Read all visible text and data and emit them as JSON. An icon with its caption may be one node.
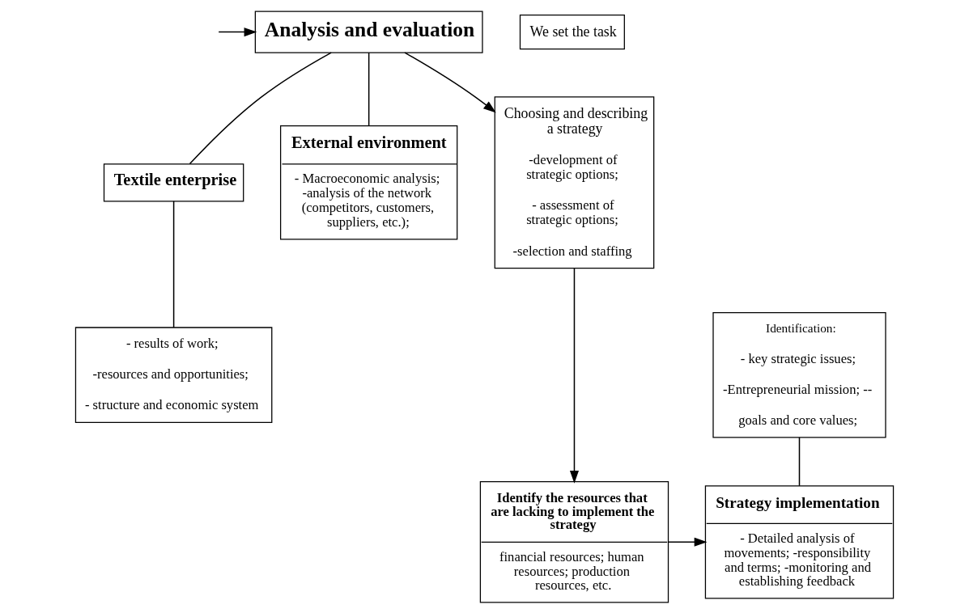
{
  "diagram": {
    "nodes": [
      {
        "text": [
          "Analysis and evaluation"
        ]
      },
      {
        "text": [
          "Textile enterprise"
        ]
      },
      {
        "text": [
          "External environment",
          "- Macroeconomic analysis; -analysis of the network (competitors, customers, suppliers, etc.);"
        ]
      },
      {
        "text": [
          "We set the task"
        ]
      },
      {
        "text": [
          "- results of work;",
          "-resources and opportunities;",
          "- structure and economic system"
        ]
      },
      {
        "text": [
          "Choosing and describing a strategy",
          "-development of strategic options;",
          "- assessment of strategic options;",
          "-selection and staffing"
        ]
      },
      {
        "text": [
          "Identification:",
          "- key strategic issues;",
          "-Entrepreneurial mission; --",
          "goals and core values;"
        ]
      },
      {
        "text": [
          "Strategy implementation",
          "- Detailed analysis of movements; -responsibility and terms; -monitoring and establishing feedback"
        ]
      },
      {
        "text": [
          "Identify the resources that are lacking to implement the strategy",
          "financial resources; human resources; production resources, etc."
        ]
      }
    ],
    "edges": [
      {
        "from": null,
        "to": 0,
        "arrow": "to"
      },
      {
        "from": 0,
        "to": 1,
        "arrow": "none"
      },
      {
        "from": 0,
        "to": 2,
        "arrow": "none"
      },
      {
        "from": 0,
        "to": 5,
        "arrow": "to"
      },
      {
        "from": 1,
        "to": 4,
        "arrow": "none"
      },
      {
        "from": 5,
        "to": 8,
        "arrow": "to"
      },
      {
        "from": 8,
        "to": 7,
        "arrow": "to"
      },
      {
        "from": 6,
        "to": 7,
        "arrow": "none"
      }
    ]
  }
}
